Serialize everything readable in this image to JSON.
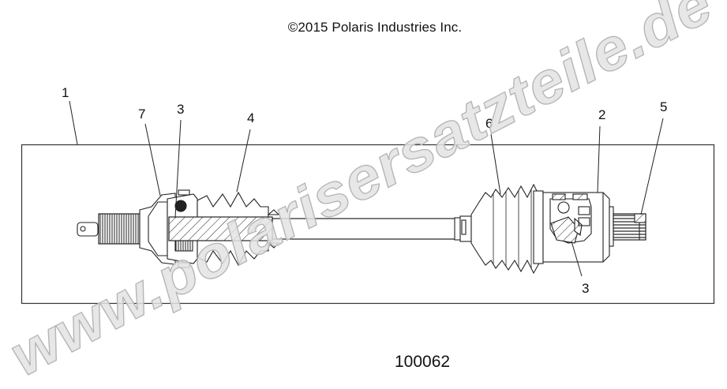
{
  "diagram": {
    "copyright": "©2015 Polaris Industries Inc.",
    "figure_number": "100062",
    "subject": "drive-shaft-assembly",
    "callouts": [
      {
        "id": "c1",
        "label": "1",
        "part": "shaft-assembly"
      },
      {
        "id": "c7",
        "label": "7",
        "part": "inner-cv-housing"
      },
      {
        "id": "c3a",
        "label": "3",
        "part": "inner-joint-clip"
      },
      {
        "id": "c4",
        "label": "4",
        "part": "inner-boot"
      },
      {
        "id": "c6",
        "label": "6",
        "part": "outer-boot"
      },
      {
        "id": "c2",
        "label": "2",
        "part": "outer-cv-joint"
      },
      {
        "id": "c5",
        "label": "5",
        "part": "outer-spline-end"
      },
      {
        "id": "c3b",
        "label": "3",
        "part": "outer-joint-clip"
      }
    ],
    "colors": {
      "line": "#222222",
      "frame": "#333333",
      "watermark_fill": "#e3e3e3",
      "watermark_stroke": "#b8b8b8"
    }
  },
  "watermark": {
    "text": "www.polarisersatzteile.de"
  }
}
